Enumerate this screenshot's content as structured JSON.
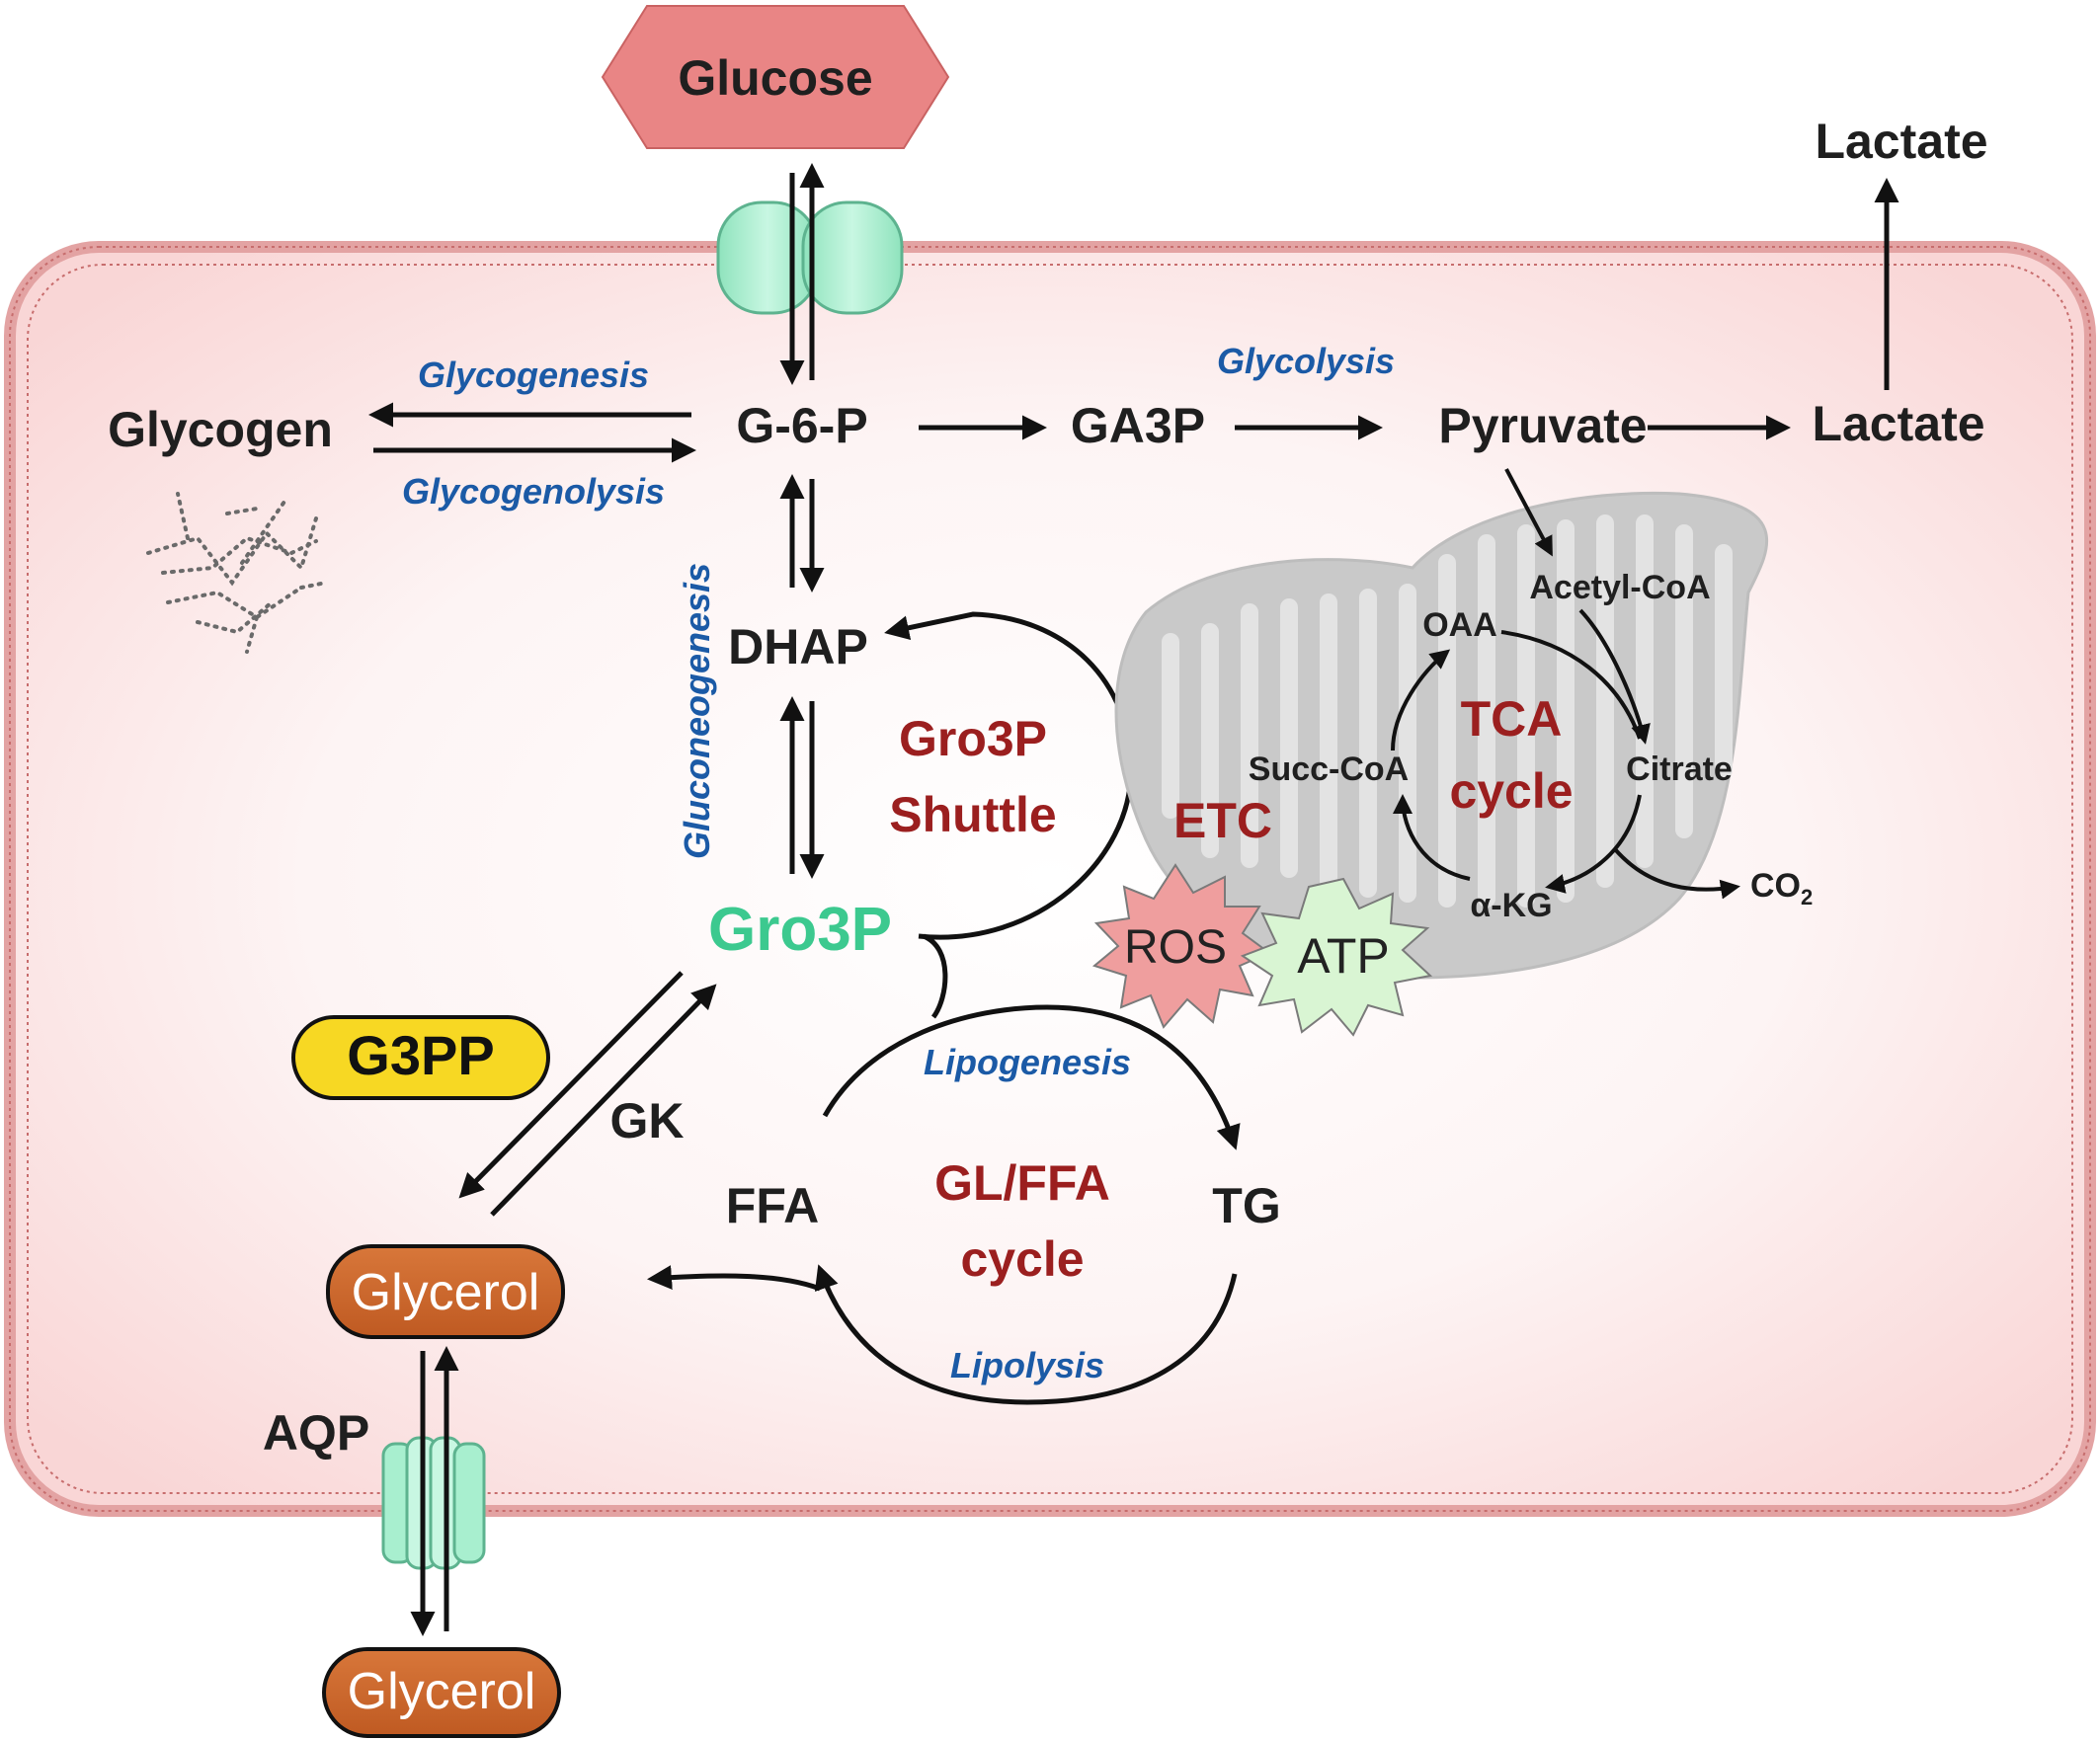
{
  "labels": {
    "glucose": "Glucose",
    "lactate_out": "Lactate",
    "glycogen": "Glycogen",
    "g6p": "G-6-P",
    "ga3p": "GA3P",
    "pyruvate": "Pyruvate",
    "lactate_in": "Lactate",
    "glycogenesis": "Glycogenesis",
    "glycogenolysis": "Glycogenolysis",
    "glycolysis": "Glycolysis",
    "gluconeogenesis": "Gluconeogenesis",
    "dhap": "DHAP",
    "gro3p": "Gro3P",
    "gro3p_shuttle_1": "Gro3P",
    "gro3p_shuttle_2": "Shuttle",
    "etc": "ETC",
    "ros": "ROS",
    "atp": "ATP",
    "acetyl_coa": "Acetyl-CoA",
    "oaa": "OAA",
    "tca_1": "TCA",
    "tca_2": "cycle",
    "succ_coa": "Succ-CoA",
    "citrate": "Citrate",
    "akg": "α-KG",
    "co2_main": "CO",
    "co2_sub": "2",
    "g3pp": "G3PP",
    "gk": "GK",
    "lipogenesis": "Lipogenesis",
    "lipolysis": "Lipolysis",
    "ffa": "FFA",
    "tg": "TG",
    "glffa_1": "GL/FFA",
    "glffa_2": "cycle",
    "glycerol_in": "Glycerol",
    "glycerol_out": "Glycerol",
    "aqp": "AQP"
  },
  "colors": {
    "cell_fill": "#fbe3e3",
    "membrane": "#d98a8a",
    "glucose_fill": "#e98585",
    "transporter": "#a8efcf",
    "gro3p_text": "#3cc98f",
    "red_text": "#9b1f1f",
    "process_text": "#1b5aa6",
    "g3pp_fill": "#f7d823",
    "glycerol_fill": "#d0692b",
    "ros_fill": "#ef9e9e",
    "atp_fill": "#d9f5d3",
    "mito_fill": "#c9c9c9"
  },
  "icons": {
    "glucose_shape": "hexagon",
    "glycogen_icon": "glycogen-granule-icon",
    "glut_icon": "glucose-transporter-icon",
    "aqp_icon": "aquaporin-icon",
    "mito_icon": "mitochondrion-icon",
    "ros_icon": "starburst",
    "atp_icon": "starburst"
  }
}
